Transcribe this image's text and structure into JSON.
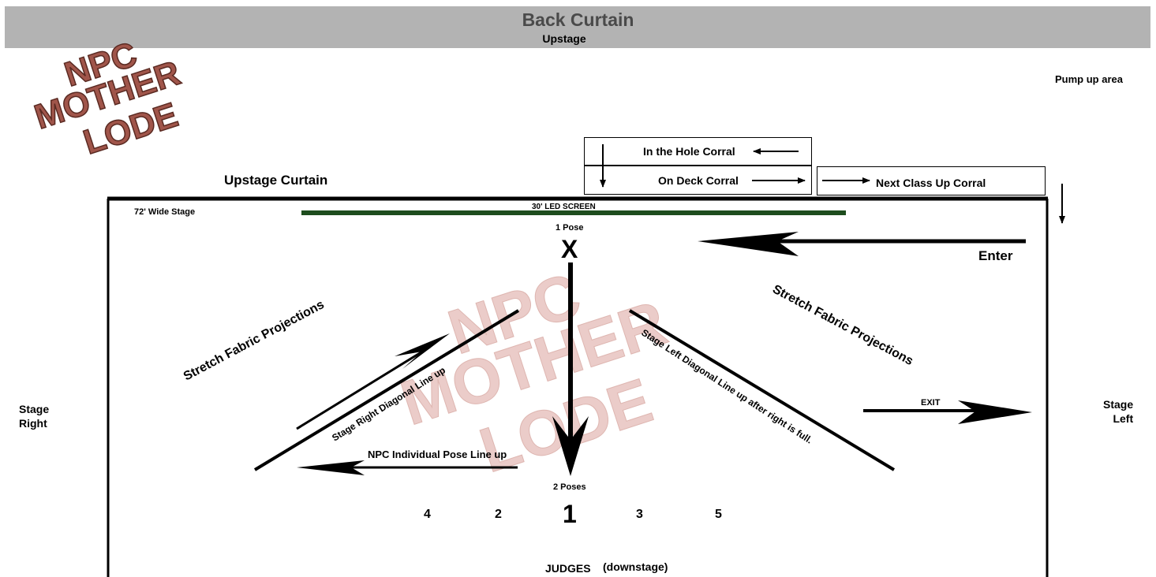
{
  "header": {
    "title": "Back Curtain",
    "subtitle": "Upstage"
  },
  "logo": {
    "lines": [
      "NPC",
      "MOTHER",
      "LODE"
    ]
  },
  "watermark": {
    "lines": [
      "NPC",
      "MOTHER",
      "LODE"
    ]
  },
  "labels": {
    "pump_up_area": "Pump up area",
    "upstage_curtain": "Upstage Curtain",
    "stage_width": "72' Wide Stage",
    "led_screen": "30' LED SCREEN",
    "one_pose": "1 Pose",
    "x_mark": "X",
    "enter": "Enter",
    "exit": "EXIT",
    "stage_right": [
      "Stage",
      "Right"
    ],
    "stage_left": [
      "Stage",
      "Left"
    ],
    "two_poses": "2 Poses",
    "judges": "JUDGES",
    "downstage": "(downstage)"
  },
  "corrals": {
    "in_the_hole": "In the Hole Corral",
    "on_deck": "On Deck Corral",
    "next_class": "Next Class Up Corral"
  },
  "projections": {
    "left": "Stretch Fabric Projections",
    "right": "Stretch Fabric Projections"
  },
  "lineups": {
    "stage_right_diagonal": "Stage Right Diagonal Line up",
    "stage_left_diagonal": "Stage Left Diagonal Line up after right is full.",
    "individual_pose": "NPC Individual Pose Line up"
  },
  "positions": [
    "4",
    "2",
    "1",
    "3",
    "5"
  ],
  "colors": {
    "header_bg": "#b3b3b3",
    "led_screen": "#1e4d1e",
    "logo_fill": "#a0554a",
    "watermark_fill": "#e8c4c0"
  }
}
